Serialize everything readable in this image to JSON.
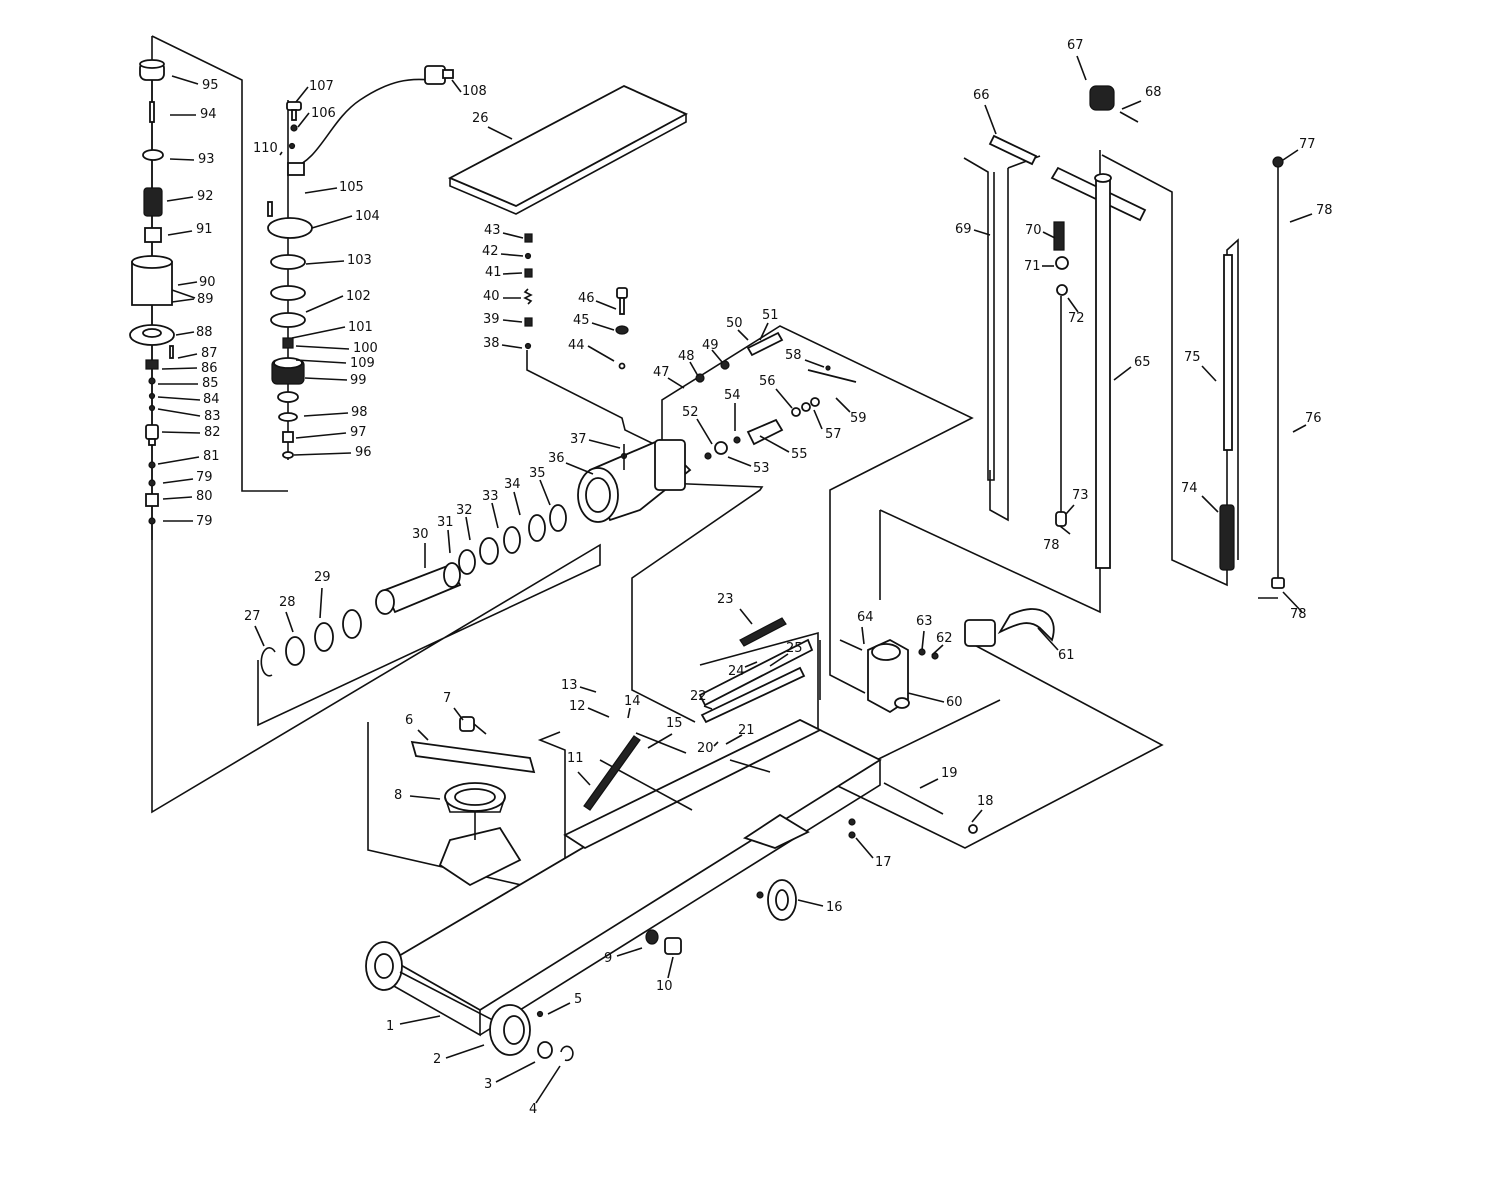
{
  "callouts": [
    {
      "id": "95",
      "text": "95"
    },
    {
      "id": "94",
      "text": "94"
    },
    {
      "id": "93",
      "text": "93"
    },
    {
      "id": "92",
      "text": "92"
    },
    {
      "id": "91",
      "text": "91"
    },
    {
      "id": "90",
      "text": "90"
    },
    {
      "id": "89",
      "text": "89"
    },
    {
      "id": "88",
      "text": "88"
    },
    {
      "id": "87",
      "text": "87"
    },
    {
      "id": "86",
      "text": "86"
    },
    {
      "id": "85",
      "text": "85"
    },
    {
      "id": "84",
      "text": "84"
    },
    {
      "id": "83",
      "text": "83"
    },
    {
      "id": "82",
      "text": "82"
    },
    {
      "id": "81",
      "text": "81"
    },
    {
      "id": "79a",
      "text": "79"
    },
    {
      "id": "80",
      "text": "80"
    },
    {
      "id": "79b",
      "text": "79"
    },
    {
      "id": "107",
      "text": "107"
    },
    {
      "id": "106",
      "text": "106"
    },
    {
      "id": "110",
      "text": "110"
    },
    {
      "id": "108",
      "text": "108"
    },
    {
      "id": "105",
      "text": "105"
    },
    {
      "id": "104",
      "text": "104"
    },
    {
      "id": "103",
      "text": "103"
    },
    {
      "id": "102",
      "text": "102"
    },
    {
      "id": "101",
      "text": "101"
    },
    {
      "id": "100",
      "text": "100"
    },
    {
      "id": "109",
      "text": "109"
    },
    {
      "id": "99",
      "text": "99"
    },
    {
      "id": "98",
      "text": "98"
    },
    {
      "id": "97",
      "text": "97"
    },
    {
      "id": "96",
      "text": "96"
    },
    {
      "id": "26",
      "text": "26"
    },
    {
      "id": "43",
      "text": "43"
    },
    {
      "id": "42",
      "text": "42"
    },
    {
      "id": "41",
      "text": "41"
    },
    {
      "id": "40",
      "text": "40"
    },
    {
      "id": "39",
      "text": "39"
    },
    {
      "id": "38",
      "text": "38"
    },
    {
      "id": "46",
      "text": "46"
    },
    {
      "id": "45",
      "text": "45"
    },
    {
      "id": "44",
      "text": "44"
    },
    {
      "id": "50",
      "text": "50"
    },
    {
      "id": "51",
      "text": "51"
    },
    {
      "id": "49",
      "text": "49"
    },
    {
      "id": "48",
      "text": "48"
    },
    {
      "id": "47",
      "text": "47"
    },
    {
      "id": "58",
      "text": "58"
    },
    {
      "id": "56",
      "text": "56"
    },
    {
      "id": "54",
      "text": "54"
    },
    {
      "id": "52",
      "text": "52"
    },
    {
      "id": "57",
      "text": "57"
    },
    {
      "id": "59",
      "text": "59"
    },
    {
      "id": "53",
      "text": "53"
    },
    {
      "id": "55",
      "text": "55"
    },
    {
      "id": "37",
      "text": "37"
    },
    {
      "id": "36",
      "text": "36"
    },
    {
      "id": "35",
      "text": "35"
    },
    {
      "id": "34",
      "text": "34"
    },
    {
      "id": "33",
      "text": "33"
    },
    {
      "id": "32",
      "text": "32"
    },
    {
      "id": "31",
      "text": "31"
    },
    {
      "id": "30",
      "text": "30"
    },
    {
      "id": "29",
      "text": "29"
    },
    {
      "id": "28",
      "text": "28"
    },
    {
      "id": "27",
      "text": "27"
    },
    {
      "id": "67",
      "text": "67"
    },
    {
      "id": "66",
      "text": "66"
    },
    {
      "id": "68",
      "text": "68"
    },
    {
      "id": "77",
      "text": "77"
    },
    {
      "id": "78a",
      "text": "78"
    },
    {
      "id": "69",
      "text": "69"
    },
    {
      "id": "70",
      "text": "70"
    },
    {
      "id": "71",
      "text": "71"
    },
    {
      "id": "72",
      "text": "72"
    },
    {
      "id": "65",
      "text": "65"
    },
    {
      "id": "75",
      "text": "75"
    },
    {
      "id": "76",
      "text": "76"
    },
    {
      "id": "74",
      "text": "74"
    },
    {
      "id": "73",
      "text": "73"
    },
    {
      "id": "78b",
      "text": "78"
    },
    {
      "id": "78c",
      "text": "78"
    },
    {
      "id": "23",
      "text": "23"
    },
    {
      "id": "64",
      "text": "64"
    },
    {
      "id": "63",
      "text": "63"
    },
    {
      "id": "62",
      "text": "62"
    },
    {
      "id": "61",
      "text": "61"
    },
    {
      "id": "60",
      "text": "60"
    },
    {
      "id": "25",
      "text": "25"
    },
    {
      "id": "24",
      "text": "24"
    },
    {
      "id": "22",
      "text": "22"
    },
    {
      "id": "21",
      "text": "21"
    },
    {
      "id": "20",
      "text": "20"
    },
    {
      "id": "13",
      "text": "13"
    },
    {
      "id": "14",
      "text": "14"
    },
    {
      "id": "12",
      "text": "12"
    },
    {
      "id": "15",
      "text": "15"
    },
    {
      "id": "7",
      "text": "7"
    },
    {
      "id": "6",
      "text": "6"
    },
    {
      "id": "11",
      "text": "11"
    },
    {
      "id": "8",
      "text": "8"
    },
    {
      "id": "19",
      "text": "19"
    },
    {
      "id": "18",
      "text": "18"
    },
    {
      "id": "17",
      "text": "17"
    },
    {
      "id": "16",
      "text": "16"
    },
    {
      "id": "9",
      "text": "9"
    },
    {
      "id": "10",
      "text": "10"
    },
    {
      "id": "5",
      "text": "5"
    },
    {
      "id": "1",
      "text": "1"
    },
    {
      "id": "2",
      "text": "2"
    },
    {
      "id": "3",
      "text": "3"
    },
    {
      "id": "4",
      "text": "4"
    }
  ]
}
